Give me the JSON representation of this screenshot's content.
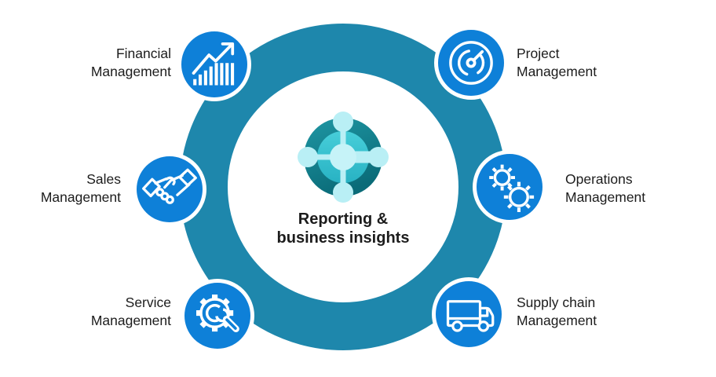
{
  "diagram": {
    "center": {
      "icon": "dynamics-365-business-central-logo-icon",
      "label_line1": "Reporting &",
      "label_line2": "business insights"
    },
    "nodes": [
      {
        "id": "financial-management",
        "line1": "Financial",
        "line2": "Management",
        "icon": "bar-chart-growth-icon"
      },
      {
        "id": "project-management",
        "line1": "Project",
        "line2": "Management",
        "icon": "gauge-icon"
      },
      {
        "id": "sales-management",
        "line1": "Sales",
        "line2": "Management",
        "icon": "handshake-icon"
      },
      {
        "id": "operations-management",
        "line1": "Operations",
        "line2": "Management",
        "icon": "gears-icon"
      },
      {
        "id": "service-management",
        "line1": "Service",
        "line2": "Management",
        "icon": "gear-wrench-icon"
      },
      {
        "id": "supply-chain-management",
        "line1": "Supply chain",
        "line2": "Management",
        "icon": "delivery-truck-icon"
      }
    ],
    "colors": {
      "background": "#ffffff",
      "ring": "#1e87ac",
      "node_circle": "#0e80d8",
      "icon_stroke": "#ffffff",
      "text": "#1c1c1c",
      "logo_sphere_light": "#1f97a4",
      "logo_sphere_dark": "#0a6b78",
      "logo_inner_light": "#47ced9",
      "logo_inner_dark": "#28b2c3",
      "logo_pale": "#b9eff5",
      "logo_hub": "#c6f3f8"
    }
  }
}
